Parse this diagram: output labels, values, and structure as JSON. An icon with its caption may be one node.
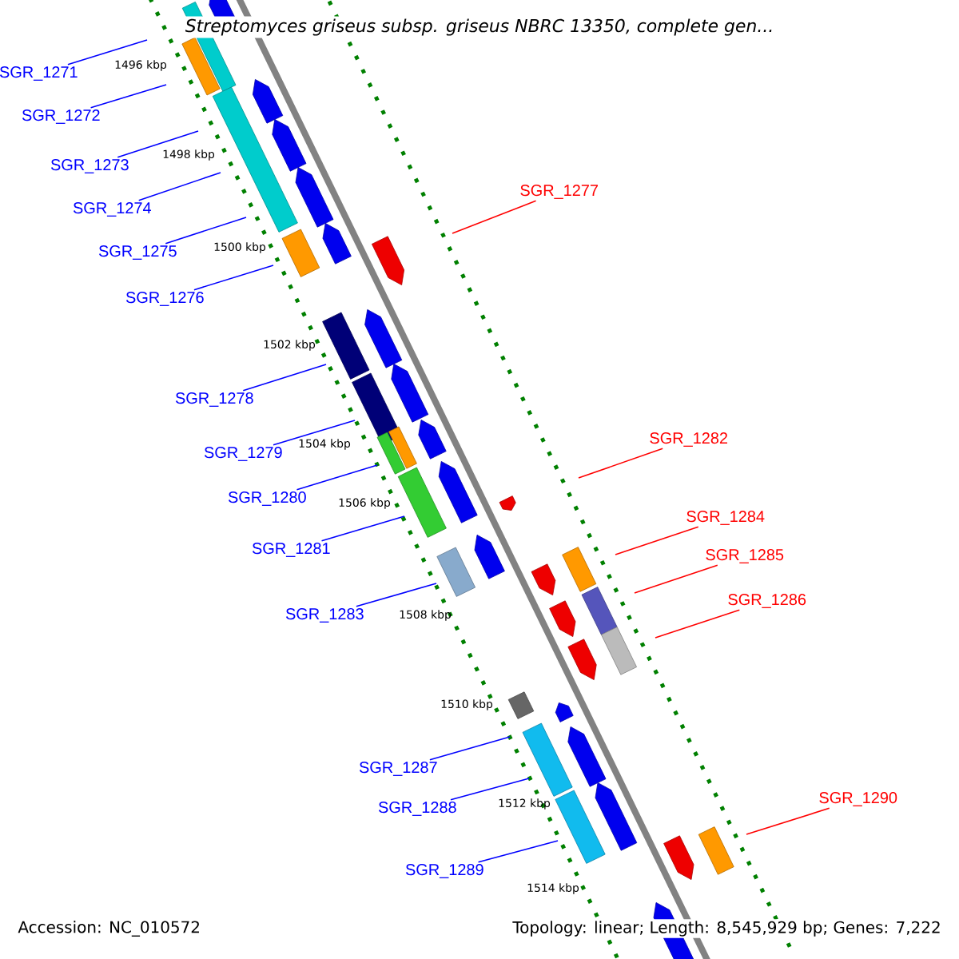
{
  "diagram": {
    "title": "Streptomyces griseus subsp. griseus NBRC 13350, complete gen...",
    "nodes": [
      {
        "text": [
          "SGR_1271"
        ]
      },
      {
        "text": [
          "SGR_1272"
        ]
      },
      {
        "text": [
          "SGR_1273"
        ]
      },
      {
        "text": [
          "SGR_1274"
        ]
      },
      {
        "text": [
          "SGR_1275"
        ]
      },
      {
        "text": [
          "SGR_1276"
        ]
      },
      {
        "text": [
          "SGR_1277"
        ]
      },
      {
        "text": [
          "SGR_1278"
        ]
      },
      {
        "text": [
          "SGR_1279"
        ]
      },
      {
        "text": [
          "SGR_1280"
        ]
      },
      {
        "text": [
          "SGR_1281"
        ]
      },
      {
        "text": [
          "SGR_1282"
        ]
      },
      {
        "text": [
          "SGR_1283"
        ]
      },
      {
        "text": [
          "SGR_1284"
        ]
      },
      {
        "text": [
          "SGR_1285"
        ]
      },
      {
        "text": [
          "SGR_1286"
        ]
      },
      {
        "text": [
          "SGR_1287"
        ]
      },
      {
        "text": [
          "SGR_1288"
        ]
      },
      {
        "text": [
          "SGR_1289"
        ]
      },
      {
        "text": [
          "SGR_1290"
        ]
      }
    ],
    "edges": [
      {
        "from": 0,
        "to": null,
        "arrow": "none"
      },
      {
        "from": 1,
        "to": null,
        "arrow": "none"
      },
      {
        "from": 2,
        "to": null,
        "arrow": "none"
      },
      {
        "from": 3,
        "to": null,
        "arrow": "none"
      },
      {
        "from": 4,
        "to": null,
        "arrow": "none"
      },
      {
        "from": 5,
        "to": null,
        "arrow": "none"
      },
      {
        "from": 6,
        "to": null,
        "arrow": "none",
        "color": "#ff0000"
      },
      {
        "from": 7,
        "to": null,
        "arrow": "none"
      },
      {
        "from": 8,
        "to": null,
        "arrow": "none"
      },
      {
        "from": 9,
        "to": null,
        "arrow": "none"
      },
      {
        "from": 10,
        "to": null,
        "arrow": "none"
      },
      {
        "from": 11,
        "to": null,
        "arrow": "none",
        "color": "#ff0000"
      },
      {
        "from": 12,
        "to": null,
        "arrow": "none"
      },
      {
        "from": 13,
        "to": null,
        "arrow": "none",
        "color": "#ff0000"
      },
      {
        "from": 14,
        "to": null,
        "arrow": "none",
        "color": "#ff0000"
      },
      {
        "from": 15,
        "to": null,
        "arrow": "none",
        "color": "#ff0000"
      },
      {
        "from": 16,
        "to": null,
        "arrow": "none"
      },
      {
        "from": 17,
        "to": null,
        "arrow": "none"
      },
      {
        "from": 18,
        "to": null,
        "arrow": "none"
      },
      {
        "from": 19,
        "to": null,
        "arrow": "none",
        "color": "#ff0000"
      }
    ],
    "labels": [
      "1496 kbp",
      "1498 kbp",
      "1500 kbp",
      "1502 kbp",
      "1504 kbp",
      "1506 kbp",
      "1508 kbp",
      "1510 kbp",
      "1512 kbp",
      "1514 kbp",
      "Accession: NC_010572",
      "Topology: linear; Length: 8,545,929 bp; Genes: 7,222"
    ]
  }
}
